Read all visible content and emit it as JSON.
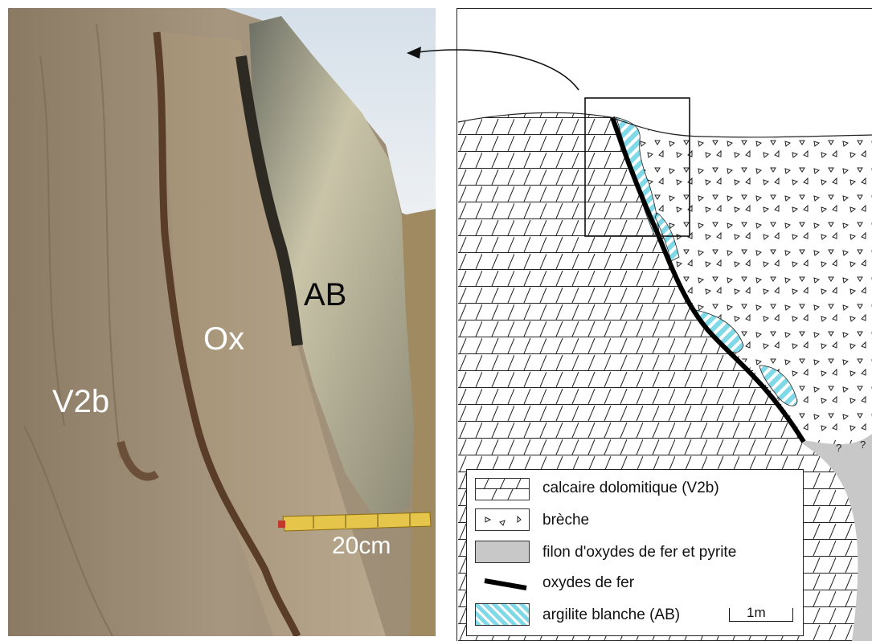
{
  "photo": {
    "labels": {
      "v2b": "V2b",
      "ox": "Ox",
      "ab": "AB",
      "scale": "20cm"
    }
  },
  "diagram": {
    "legend": [
      {
        "key": "calcaire",
        "label": "calcaire dolomitique (V2b)"
      },
      {
        "key": "breche",
        "label": "brèche"
      },
      {
        "key": "filon",
        "label": "filon d'oxydes de fer et pyrite"
      },
      {
        "key": "oxydes",
        "label": "oxydes de fer"
      },
      {
        "key": "argilite",
        "label": "argilite blanche (AB)"
      }
    ],
    "scale_bar": "1m",
    "question_marks": "?",
    "colors": {
      "argilite": "#7fd9e6",
      "filon": "#c8c8c8",
      "oxydes": "#000000"
    }
  }
}
